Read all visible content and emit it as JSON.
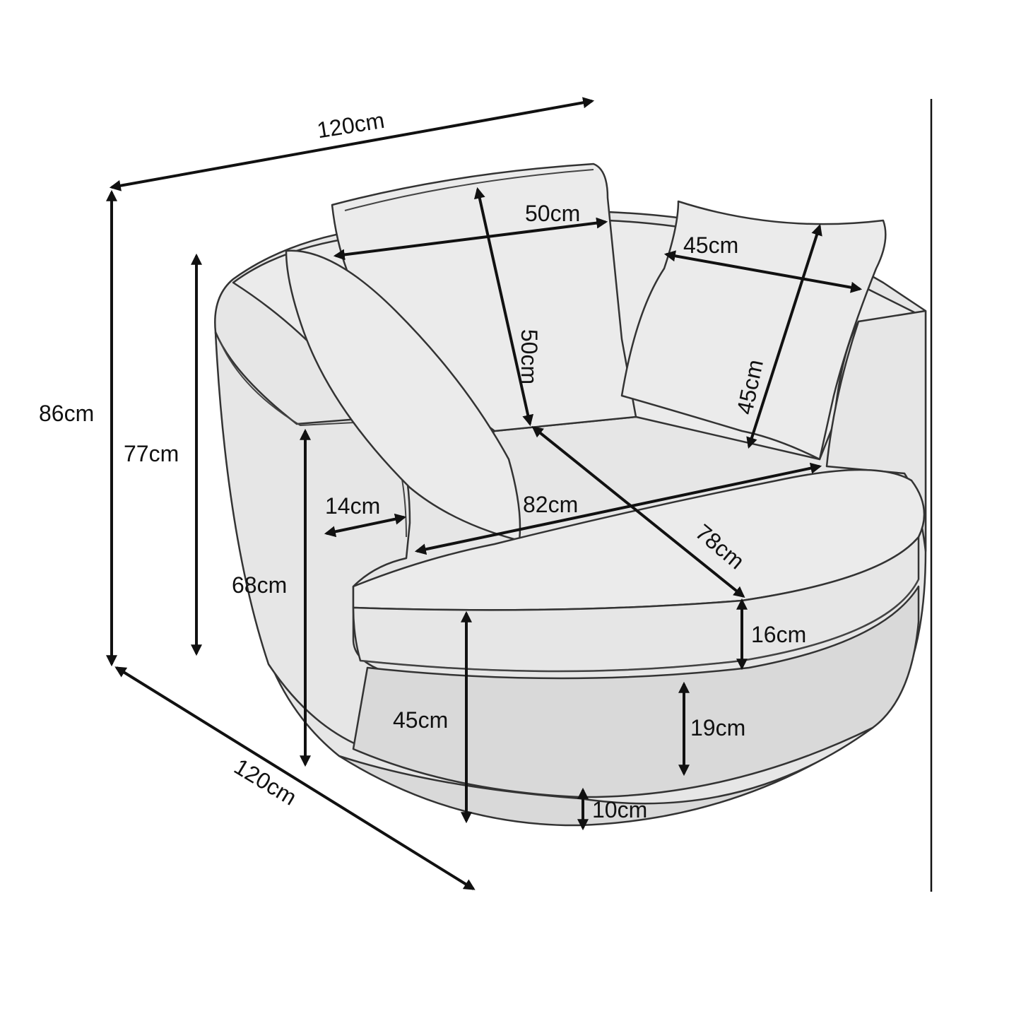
{
  "dimensions": {
    "overall_width": "120cm",
    "overall_depth": "120cm",
    "overall_height": "86cm",
    "back_height": "77cm",
    "arm_height": "68cm",
    "seat_height": "45cm",
    "back_cushion_width": "50cm",
    "back_cushion_height": "50cm",
    "throw_pillow_width": "45cm",
    "throw_pillow_height": "45cm",
    "arm_width": "14cm",
    "seat_width": "82cm",
    "seat_depth": "78cm",
    "seat_cushion_thickness": "16cm",
    "base_band_height": "19cm",
    "plinth_height": "10cm"
  },
  "colors": {
    "upholstery": "#e6e6e6",
    "outline": "#333333",
    "dimension_line": "#111111"
  }
}
